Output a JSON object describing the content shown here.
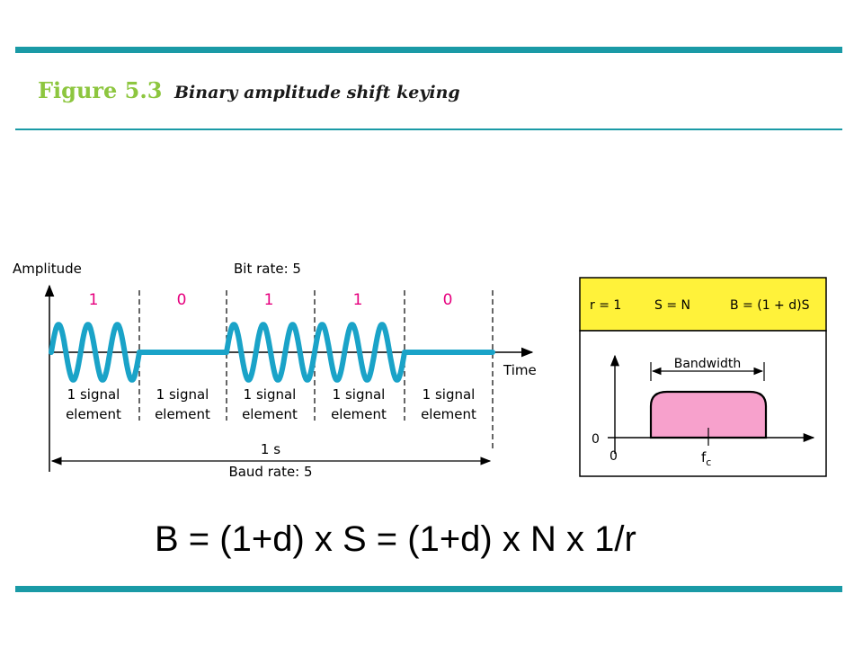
{
  "caption": {
    "figure_label": "Figure 5.3",
    "title": "Binary amplitude shift keying"
  },
  "signal_plot": {
    "y_axis_label": "Amplitude",
    "x_axis_label": "Time",
    "bit_rate_label": "Bit rate: 5",
    "bits": [
      "1",
      "0",
      "1",
      "1",
      "0"
    ],
    "element_labels": [
      [
        "1 signal",
        "element"
      ],
      [
        "1 signal",
        "element"
      ],
      [
        "1 signal",
        "element"
      ],
      [
        "1 signal",
        "element"
      ],
      [
        "1 signal",
        "element"
      ]
    ],
    "duration_label": "1 s",
    "baud_rate_label": "Baud rate: 5"
  },
  "bandwidth_box": {
    "r_label": "r = 1",
    "s_label": "S = N",
    "b_label": "B = (1 + d)S",
    "bandwidth_label": "Bandwidth",
    "y_zero_label": "0",
    "x_zero_label": "0",
    "fc_label": "f",
    "fc_subscript": "c"
  },
  "equation": "B = (1+d) x S = (1+d) x N x 1/r",
  "colors": {
    "accent": "#1a9aa6",
    "caption_green": "#8dc63f",
    "bit_magenta": "#e6007e",
    "wave_blue": "#1aa3c8",
    "header_yellow": "#fff23a",
    "spectrum_pink": "#f7a1cc"
  }
}
